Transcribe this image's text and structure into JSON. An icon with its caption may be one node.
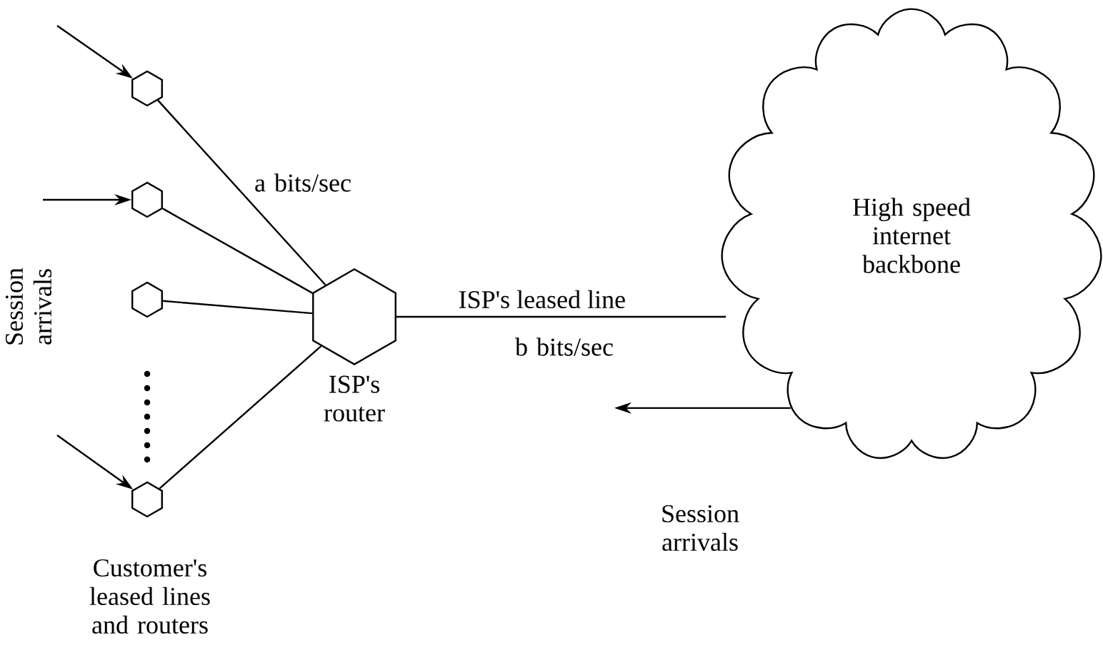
{
  "diagram": {
    "nodes": [
      {
        "text": [],
        "shape": "hexagon"
      },
      {
        "text": [],
        "shape": "hexagon"
      },
      {
        "text": [],
        "shape": "hexagon"
      },
      {
        "text": [],
        "shape": "hexagon"
      },
      {
        "text": [],
        "shape": "hexagon",
        "beside": [
          "ISP's router"
        ]
      },
      {
        "text": [
          "High speed internet backbone"
        ]
      }
    ],
    "edges": [
      {
        "from": 0,
        "to": 4,
        "arrow": "none"
      },
      {
        "from": 1,
        "to": 4,
        "arrow": "none"
      },
      {
        "from": 2,
        "to": 4,
        "arrow": "none"
      },
      {
        "from": 3,
        "to": 4,
        "arrow": "none"
      },
      {
        "from": 4,
        "to": 5,
        "arrow": "none",
        "label": "ISP's leased line"
      },
      {
        "from": null,
        "to": 0,
        "arrow": "to"
      },
      {
        "from": null,
        "to": 1,
        "arrow": "to"
      },
      {
        "from": null,
        "to": 3,
        "arrow": "to"
      },
      {
        "from": 5,
        "to": null,
        "arrow": "to"
      }
    ],
    "labels": [
      "a bits/sec",
      "Session arrivals",
      "b bits/sec",
      "Session arrivals",
      "Customer's leased lines and routers"
    ]
  }
}
